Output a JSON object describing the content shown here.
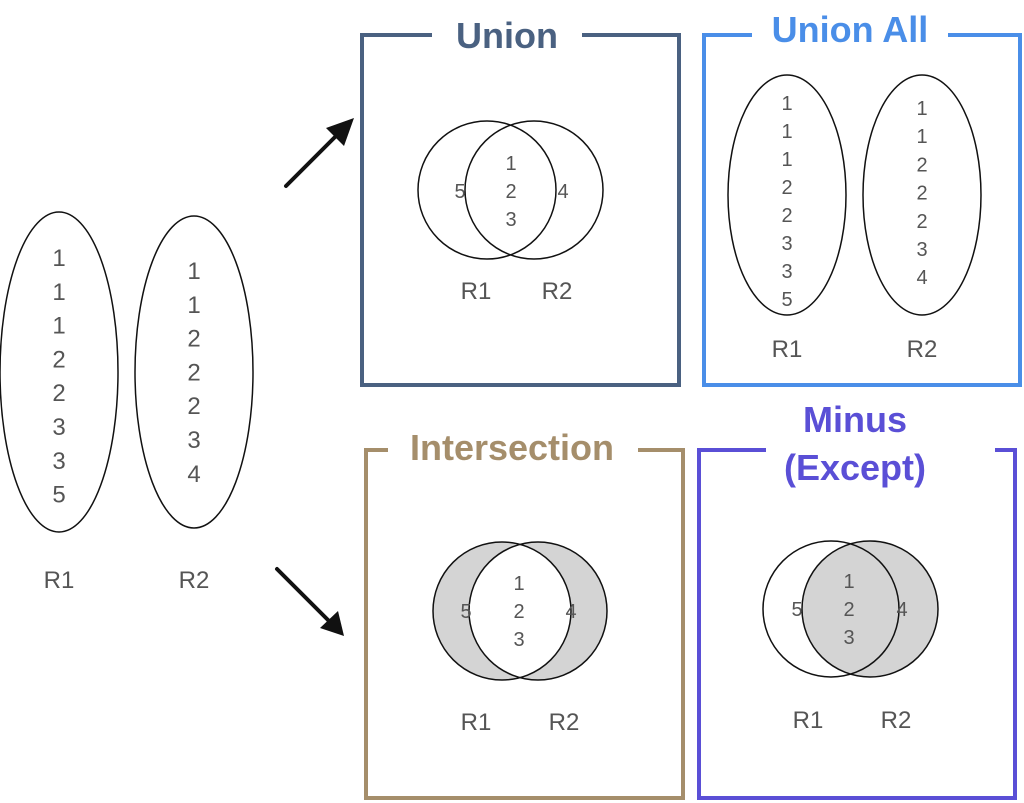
{
  "source": {
    "r1_values": [
      "1",
      "1",
      "1",
      "2",
      "2",
      "3",
      "3",
      "5"
    ],
    "r2_values": [
      "1",
      "1",
      "2",
      "2",
      "2",
      "3",
      "4"
    ],
    "r1_label": "R1",
    "r2_label": "R2"
  },
  "union": {
    "title": "Union",
    "color": "#4a6181",
    "left_only": "5",
    "overlap": [
      "1",
      "2",
      "3"
    ],
    "right_only": "4",
    "r1_label": "R1",
    "r2_label": "R2"
  },
  "union_all": {
    "title": "Union All",
    "color": "#4a8ee8",
    "r1_values": [
      "1",
      "1",
      "1",
      "2",
      "2",
      "3",
      "3",
      "5"
    ],
    "r2_values": [
      "1",
      "1",
      "2",
      "2",
      "2",
      "3",
      "4"
    ],
    "r1_label": "R1",
    "r2_label": "R2"
  },
  "intersection": {
    "title": "Intersection",
    "color": "#a58e6b",
    "left_only": "5",
    "overlap": [
      "1",
      "2",
      "3"
    ],
    "right_only": "4",
    "r1_label": "R1",
    "r2_label": "R2"
  },
  "minus": {
    "title_line1": "Minus",
    "title_line2": "(Except)",
    "color": "#5a4fd6",
    "left_only": "5",
    "overlap": [
      "1",
      "2",
      "3"
    ],
    "right_only": "4",
    "r1_label": "R1",
    "r2_label": "R2"
  },
  "colors": {
    "shade": "#d4d4d4",
    "stroke": "#111111",
    "text": "#555555"
  }
}
